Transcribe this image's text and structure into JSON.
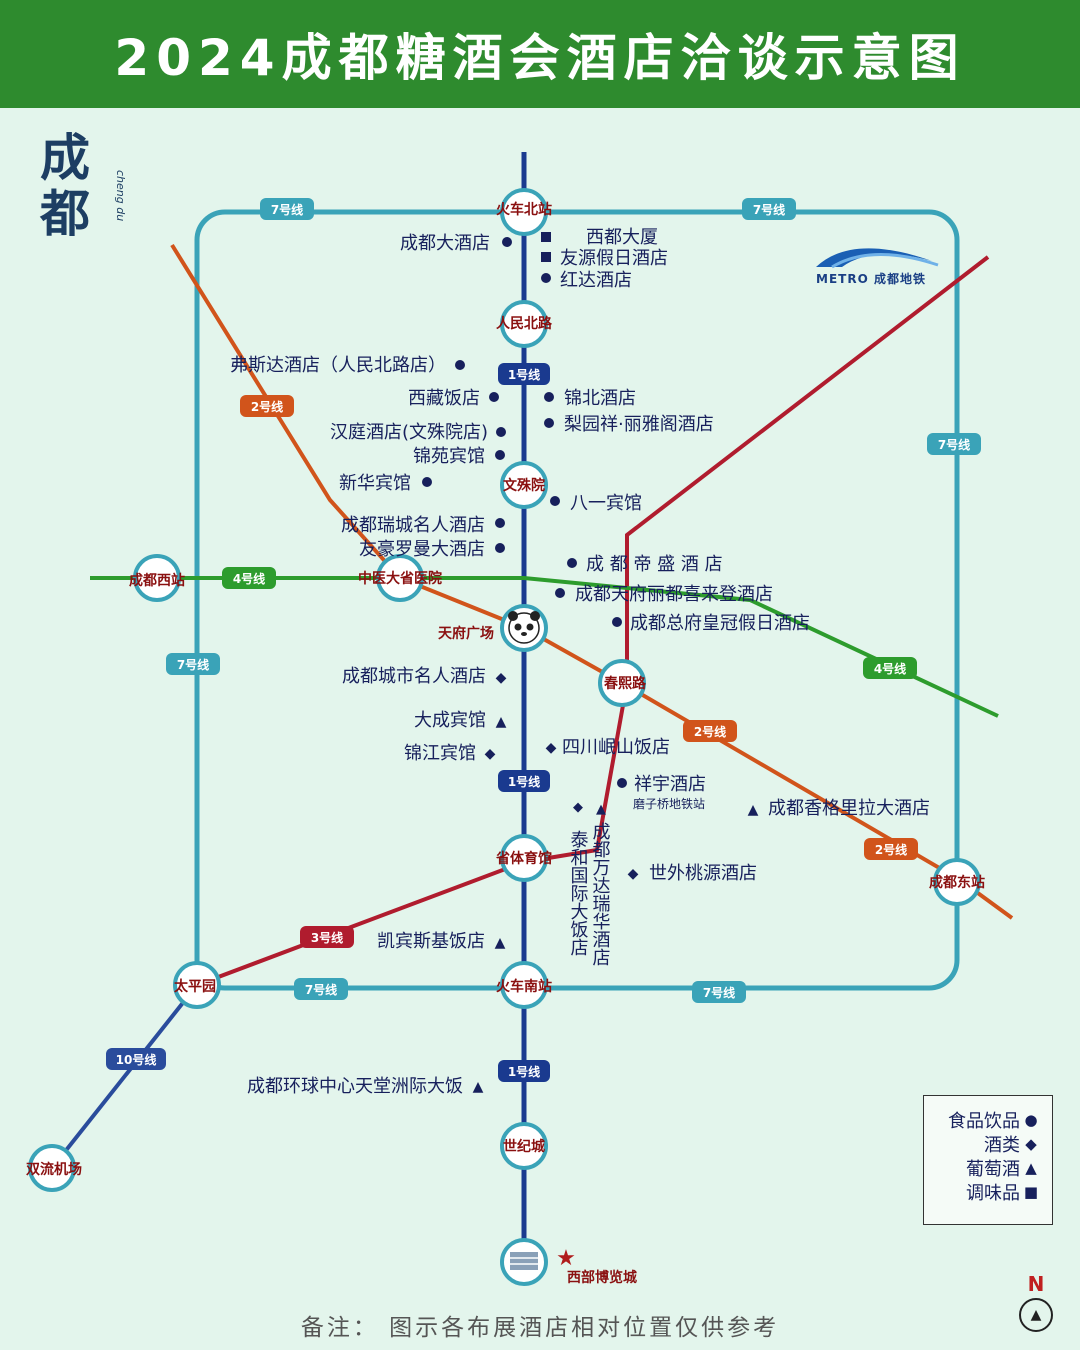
{
  "title": "2024成都糖酒会酒店洽谈示意图",
  "city_logo": {
    "char1": "成",
    "char2": "都",
    "pinyin": "cheng du"
  },
  "metro_logo": {
    "text": "METRO 成都地铁"
  },
  "colors": {
    "header": "#2e8b2e",
    "line1": "#1a3a8f",
    "line2": "#d1541b",
    "line3": "#b01c2e",
    "line4": "#2d9c2d",
    "line7": "#3aa3b8",
    "line10": "#2a4c9c",
    "station_text": "#8a1010"
  },
  "line_badges": {
    "line1": "1号线",
    "line2": "2号线",
    "line3": "3号线",
    "line4": "4号线",
    "line7": "7号线",
    "line10": "10号线"
  },
  "stations": {
    "huochebei": "火车北站",
    "renminbeilu": "人民北路",
    "wenshuyuan": "文殊院",
    "chengduxi": "成都西站",
    "zhongyi": "中医大省医院",
    "tianfu": "天府广场",
    "chunxi": "春熙路",
    "shengtiyu": "省体育馆",
    "taipingyuan": "太平园",
    "huochenan": "火车南站",
    "chengdudong": "成都东站",
    "shijicheng": "世纪城",
    "shuangliu": "双流机场",
    "xibu": "西部博览城"
  },
  "hotels": {
    "h01": "成都大酒店",
    "h02": "西都大厦",
    "h03": "友源假日酒店",
    "h04": "红达酒店",
    "h05": "弗斯达酒店（人民北路店）",
    "h06": "西藏饭店",
    "h07": "锦北酒店",
    "h08": "梨园祥·丽雅阁酒店",
    "h09": "汉庭酒店(文殊院店)",
    "h10": "锦苑宾馆",
    "h11": "新华宾馆",
    "h12": "八一宾馆",
    "h13": "成都瑞城名人酒店",
    "h14": "友豪罗曼大酒店",
    "h15": "成 都 帝 盛 酒 店",
    "h16": "成都天府丽都喜来登酒店",
    "h17": "成都总府皇冠假日酒店",
    "h18": "成都城市名人酒店",
    "h19": "大成宾馆",
    "h20": "锦江宾馆",
    "h21": "四川岷山饭店",
    "h22": "祥宇酒店",
    "h22_sub": "磨子桥地铁站",
    "h23": "成都香格里拉大酒店",
    "h24": "泰和国际大饭店",
    "h25": "成都万达瑞华酒店",
    "h26": "世外桃源酒店",
    "h27": "凯宾斯基饭店",
    "h28": "成都环球中心天堂洲际大饭"
  },
  "legend": [
    {
      "label": "食品饮品",
      "symbol": "●"
    },
    {
      "label": "酒类",
      "symbol": "◆"
    },
    {
      "label": "葡萄酒",
      "symbol": "▲"
    },
    {
      "label": "调味品",
      "symbol": "■"
    }
  ],
  "compass": {
    "letter": "N"
  },
  "footer_note": "备注：  图示各布展酒店相对位置仅供参考"
}
